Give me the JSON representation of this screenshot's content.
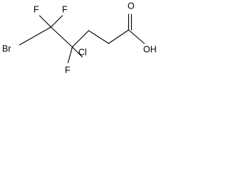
{
  "molecule": {
    "atoms": {
      "br": "Br",
      "f_top_left": "F",
      "f_top_right": "F",
      "cl": "Cl",
      "f_lower": "F",
      "o_carbonyl": "O",
      "oh": "OH"
    }
  },
  "colors": {
    "bond": "#000000",
    "label": "#000000",
    "background": "#ffffff"
  }
}
